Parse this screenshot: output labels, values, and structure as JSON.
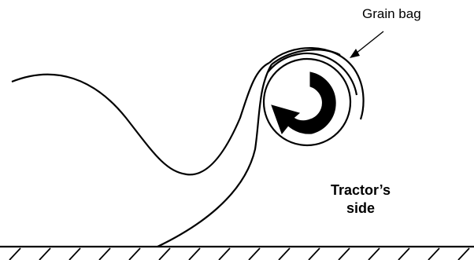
{
  "labels": {
    "grain_bag": "Grain bag",
    "tractor_line1": "Tractor’s",
    "tractor_line2": "side"
  },
  "colors": {
    "stroke": "#000000",
    "background": "#ffffff"
  }
}
